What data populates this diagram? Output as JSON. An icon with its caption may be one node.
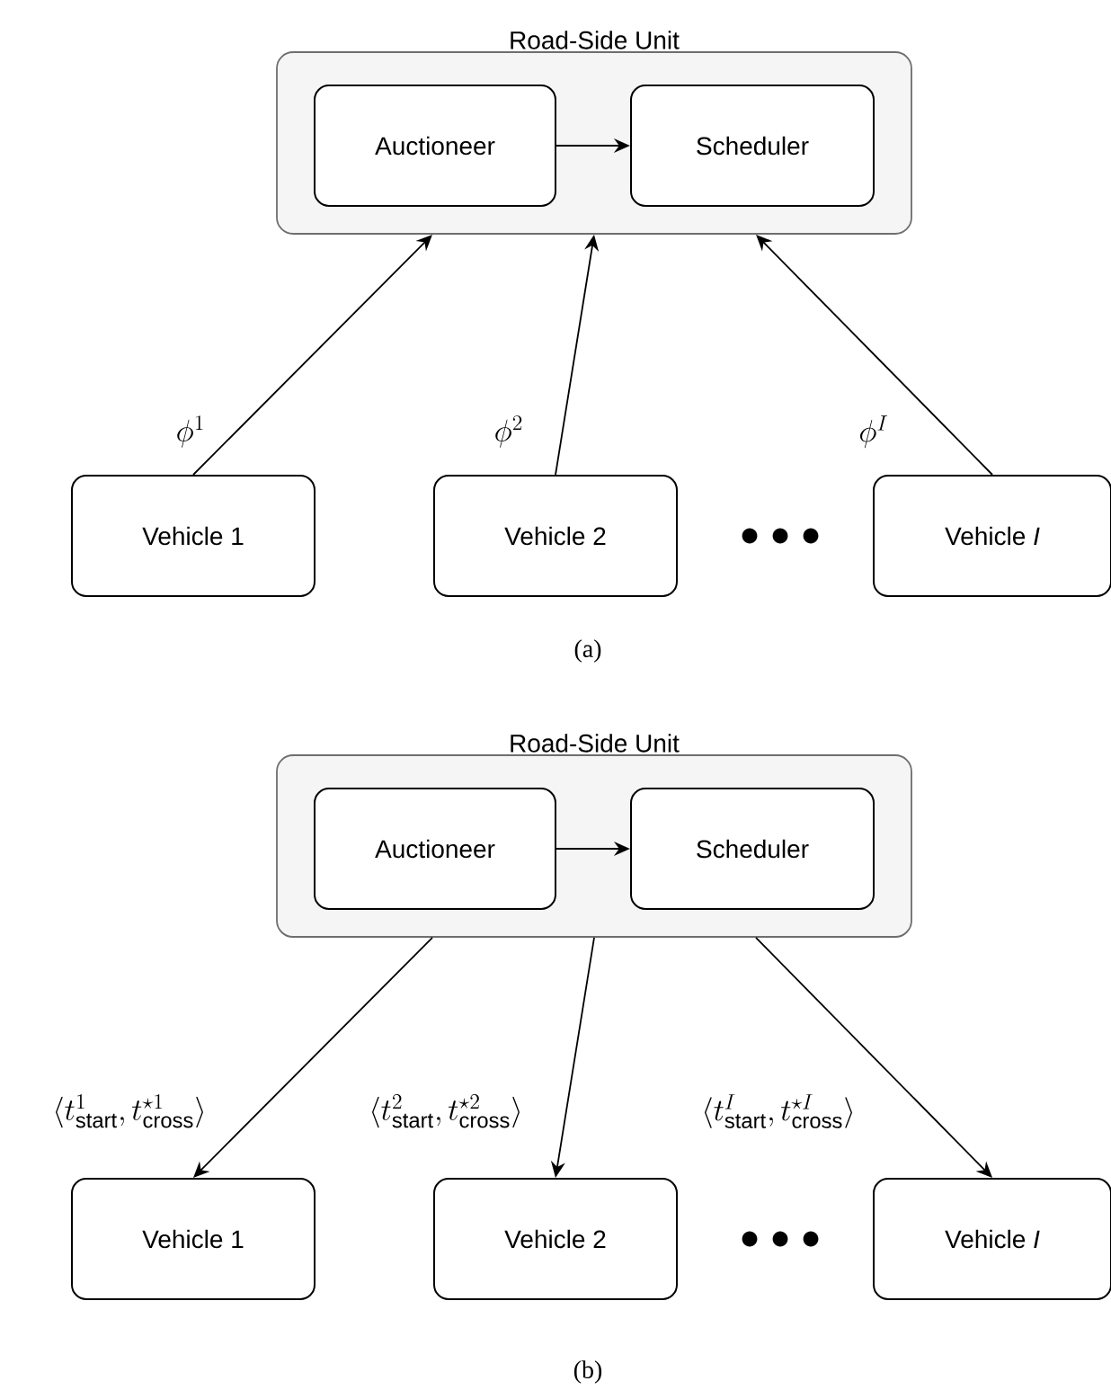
{
  "diagram": {
    "nodes": [
      {
        "text": [
          "Road-Side Unit"
        ]
      },
      {
        "text": [
          "Auctioneer"
        ],
        "in": 0
      },
      {
        "text": [
          "Scheduler"
        ],
        "in": 0
      },
      {
        "text": [
          "Vehicle 1"
        ]
      },
      {
        "text": [
          "Vehicle 2"
        ]
      },
      {
        "text": [
          "Vehicle *I*"
        ]
      },
      {
        "text": [
          "Road-Side Unit"
        ]
      },
      {
        "text": [
          "Auctioneer"
        ],
        "in": 6
      },
      {
        "text": [
          "Scheduler"
        ],
        "in": 6
      },
      {
        "text": [
          "Vehicle 1"
        ]
      },
      {
        "text": [
          "Vehicle 2"
        ]
      },
      {
        "text": [
          "Vehicle *I*"
        ]
      }
    ],
    "edges": [
      {
        "from": 1,
        "to": 2,
        "arrow": "to"
      },
      {
        "from": 3,
        "to": 0,
        "arrow": "to",
        "label": "\\phi^{1}"
      },
      {
        "from": 4,
        "to": 0,
        "arrow": "to",
        "label": "\\phi^{2}"
      },
      {
        "from": 5,
        "to": 0,
        "arrow": "to",
        "label": "\\phi^{I}"
      },
      {
        "from": 7,
        "to": 8,
        "arrow": "to"
      },
      {
        "from": 6,
        "to": 9,
        "arrow": "to",
        "label": "\\langle t^{1}_{\\mathrm{start}}, t^{\\star 1}_{\\mathrm{cross}}\\rangle"
      },
      {
        "from": 6,
        "to": 10,
        "arrow": "to",
        "label": "\\langle t^{2}_{\\mathrm{start}}, t^{\\star 2}_{\\mathrm{cross}}\\rangle"
      },
      {
        "from": 6,
        "to": 11,
        "arrow": "to",
        "label": "\\langle t^{I}_{\\mathrm{start}}, t^{\\star I}_{\\mathrm{cross}}\\rangle"
      }
    ],
    "labels": [
      "(a)",
      "(b)"
    ]
  }
}
